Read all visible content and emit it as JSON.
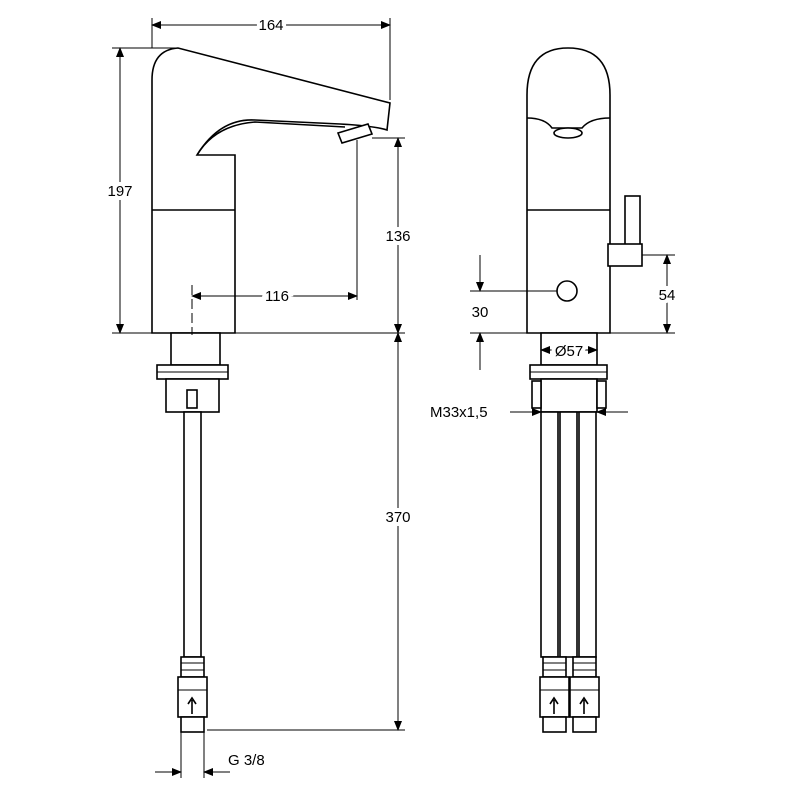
{
  "dimensions": {
    "total_width": "164",
    "total_height": "197",
    "spout_height": "136",
    "spout_reach": "116",
    "hose_length": "370",
    "sensor_height": "30",
    "lever_height": "54",
    "body_diameter": "Ø57",
    "thread_size": "M33x1,5",
    "connection_thread": "G 3/8"
  }
}
